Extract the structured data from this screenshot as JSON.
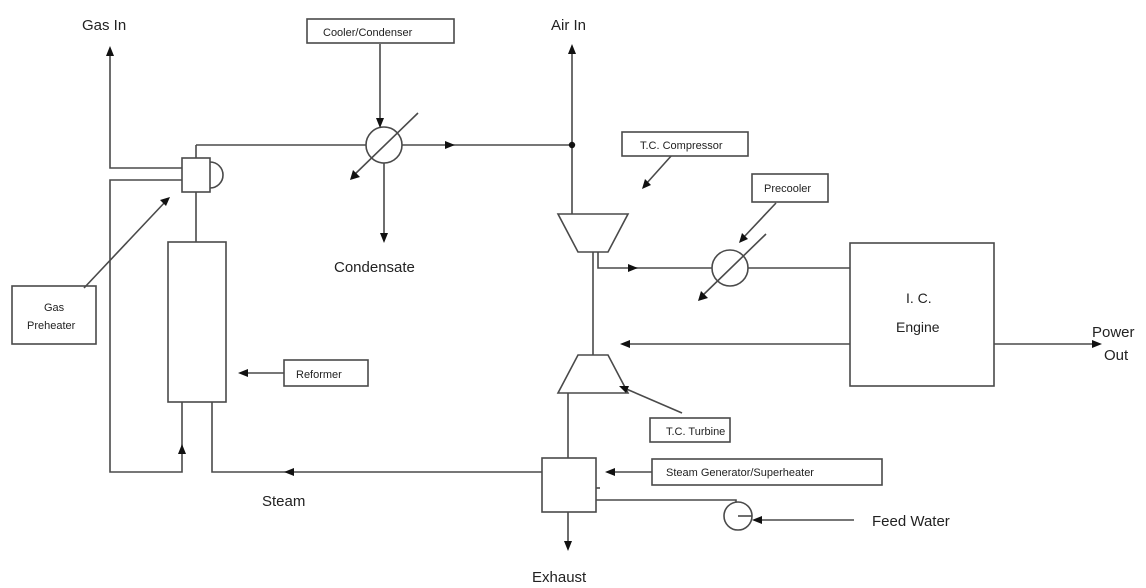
{
  "labels": {
    "gas_in": "Gas In",
    "air_in": "Air In",
    "cooler_condenser": "Cooler/Condenser",
    "condensate": "Condensate",
    "tc_compressor": "T.C. Compressor",
    "precooler": "Precooler",
    "ic_engine_line1": "I. C.",
    "ic_engine_line2": "Engine",
    "power_out_line1": "Power",
    "power_out_line2": "Out",
    "gas_preheater_line1": "Gas",
    "gas_preheater_line2": "Preheater",
    "reformer": "Reformer",
    "tc_turbine": "T.C. Turbine",
    "steam_generator": "Steam Generator/Superheater",
    "steam": "Steam",
    "feed_water": "Feed Water",
    "exhaust": "Exhaust"
  },
  "colors": {
    "line": "#4a4a4a",
    "arrowhead": "#111111",
    "text": "#222222",
    "background": "#ffffff"
  }
}
